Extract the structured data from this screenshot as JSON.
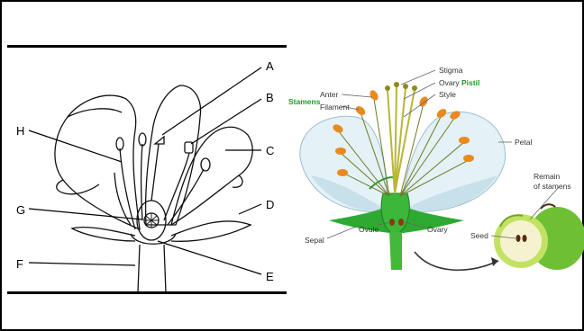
{
  "left_diagram": {
    "labels": {
      "A": "A",
      "B": "B",
      "C": "C",
      "D": "D",
      "E": "E",
      "F": "F",
      "G": "G",
      "H": "H"
    }
  },
  "right_diagram": {
    "labels": {
      "stigma": "Stigma",
      "ovary_top": "Ovary",
      "style": "Style",
      "pistil": "Pistil",
      "stamens": "Stamens",
      "anter": "Anter",
      "filament": "Filament",
      "petal": "Petal",
      "remain_of_stamens_1": "Remain",
      "remain_of_stamens_2": "of stamens",
      "sepal": "Sepal",
      "ovule": "Ovule",
      "ovary": "Ovary",
      "seed": "Seed"
    },
    "colors": {
      "petal": "#cfe6ef",
      "stem": "#3fb337",
      "anther": "#e98a1e",
      "apple": "#7cc43a",
      "pistil_label": "#1f9a2a"
    }
  }
}
